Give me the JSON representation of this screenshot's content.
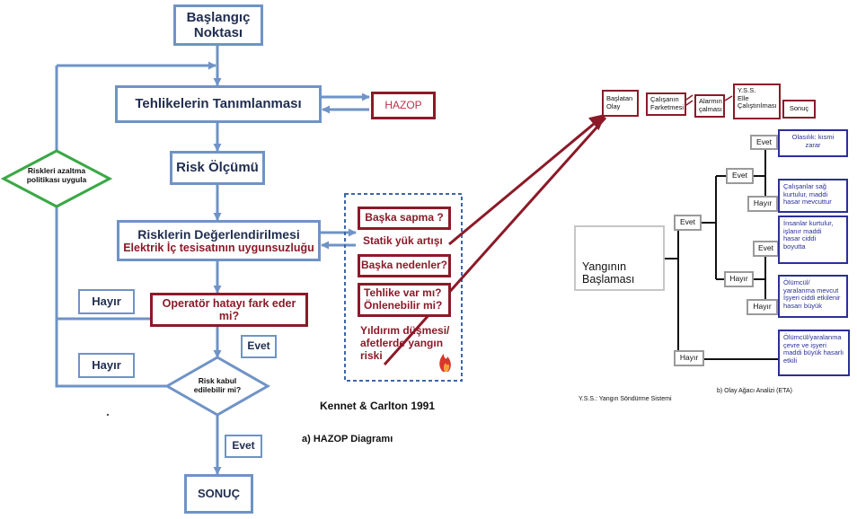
{
  "hazop": {
    "start": "Başlangıç\nNoktası",
    "identify": "Tehlikelerin Tanımlanması",
    "hazop_tag": "HAZOP",
    "measure": "Risk Ölçümü",
    "evaluate": "Risklerin Değerlendirilmesi",
    "evaluate_sub": "Elektrik İç tesisatının uygunsuzluğu",
    "reduce": "Riskleri azaltma\npolitikası uygula",
    "operator": "Operatör hatayı fark eder mi?",
    "hayir_1": "Hayır",
    "hayir_2": "Hayır",
    "evet_1": "Evet",
    "evet_2": "Evet",
    "accept": "Risk kabul\nedilebilir mi?",
    "result": "SONUÇ"
  },
  "deviations": [
    "Başka sapma ?",
    "Statik yük artışı",
    "Başka nedenler?",
    "Tehlike var mı?\nÖnlenebilir mi?",
    "Yıldırım düşmesi/\nafetlerde yangın\nriski"
  ],
  "captions": {
    "kennet": "Kennet & Carlton 1991",
    "hazop": "a) HAZOP Diagramı",
    "yss": "Y.S.S.: Yangın Söndürme Sistemi",
    "eta": "b) Olay Ağacı Analizi (ETA)"
  },
  "eta": {
    "sequence": [
      "Başlatan\nOlay",
      "Çalışanın\nFarketmesi",
      "Alarmın\nçalması",
      "Y.S.S.\nElle\nÇalıştırılması",
      "Sonuç"
    ],
    "initial_event": "Yangının\nBaşlaması",
    "branches": {
      "evet_main": "Evet",
      "evet_top": "Evet",
      "hayir_top": "Hayır",
      "evet_mid": "Evet",
      "hayir_mid": "Hayır",
      "hayir_mid2": "Hayır",
      "hayir_main": "Hayır"
    },
    "outcomes": [
      "Olasılık: kısmi\nzarar",
      "Çalışanlar sağ\nkurtulur, maddi\nhasar mevcuttur",
      "İnsanlar kurtulur,\nişlanır maddi\nhasar ciddi\nboyutta",
      "Ölümcül/\nyaralanma mevcut\nİşyeri ciddi etkilenir\nhasarı büyük",
      "Ölümcül/yaralanma\nçevre ve işyeri\nmaddi büyük hasarlı\netkili"
    ]
  },
  "colors": {
    "flow_blue": "#6f93c6",
    "accent_red": "#8b1a28",
    "outcome_navy": "#2b2f9b",
    "connector_grey": "#9a9a9a"
  }
}
